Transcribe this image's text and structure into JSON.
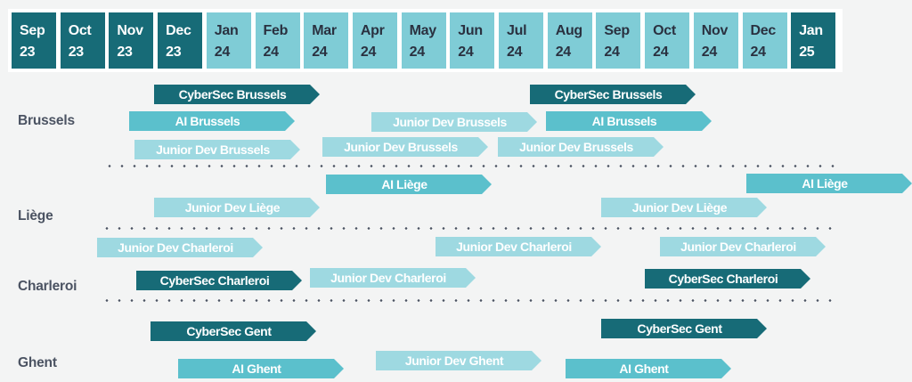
{
  "months": [
    {
      "m": "Sep",
      "y": "23",
      "style": "dark"
    },
    {
      "m": "Oct",
      "y": "23",
      "style": "dark"
    },
    {
      "m": "Nov",
      "y": "23",
      "style": "dark"
    },
    {
      "m": "Dec",
      "y": "23",
      "style": "dark"
    },
    {
      "m": "Jan",
      "y": "24",
      "style": "light"
    },
    {
      "m": "Feb",
      "y": "24",
      "style": "light"
    },
    {
      "m": "Mar",
      "y": "24",
      "style": "light"
    },
    {
      "m": "Apr",
      "y": "24",
      "style": "light"
    },
    {
      "m": "May",
      "y": "24",
      "style": "light"
    },
    {
      "m": "Jun",
      "y": "24",
      "style": "light"
    },
    {
      "m": "Jul",
      "y": "24",
      "style": "light"
    },
    {
      "m": "Aug",
      "y": "24",
      "style": "light"
    },
    {
      "m": "Sep",
      "y": "24",
      "style": "light"
    },
    {
      "m": "Oct",
      "y": "24",
      "style": "light"
    },
    {
      "m": "Nov",
      "y": "24",
      "style": "light"
    },
    {
      "m": "Dec",
      "y": "24",
      "style": "light"
    },
    {
      "m": "Jan",
      "y": "25",
      "style": "dark"
    }
  ],
  "colors": {
    "cybersec": "#176B77",
    "ai": "#5BC0CC",
    "junior_dev": "#9ED9E1",
    "header_light": "#7FCCD6",
    "background": "#F3F4F4"
  },
  "locations": {
    "brussels": {
      "label": "Brussels",
      "bars": [
        "CyberSec Brussels",
        "CyberSec Brussels",
        "AI Brussels",
        "Junior Dev Brussels",
        "AI Brussels",
        "Junior Dev Brussels",
        "Junior Dev Brussels",
        "Junior Dev Brussels"
      ]
    },
    "liege": {
      "label": "Liège",
      "bars": [
        "AI Liège",
        "AI Liège",
        "Junior Dev Liège",
        "Junior Dev Liège"
      ]
    },
    "charleroi": {
      "label": "Charleroi",
      "bars": [
        "Junior Dev Charleroi",
        "Junior Dev Charleroi",
        "Junior Dev Charleroi",
        "CyberSec Charleroi",
        "Junior Dev Charleroi",
        "CyberSec Charleroi"
      ]
    },
    "ghent": {
      "label": "Ghent",
      "bars": [
        "CyberSec Gent",
        "CyberSec Gent",
        "AI Ghent",
        "Junior Dev Ghent",
        "AI Ghent"
      ]
    }
  }
}
